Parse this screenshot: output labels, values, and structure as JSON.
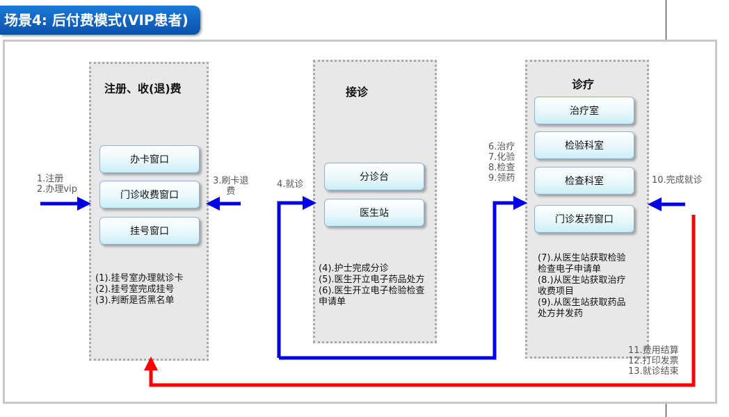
{
  "title": "场景4: 后付费模式(VIP患者)",
  "panels": {
    "registration": {
      "title": "注册、收(退)费",
      "buttons": [
        "办卡窗口",
        "门诊收费窗口",
        "挂号窗口"
      ],
      "notes": [
        "(1).挂号室办理就诊卡",
        "(2).挂号室完成挂号",
        "(3).判断是否黑名单"
      ]
    },
    "reception": {
      "title": "接诊",
      "buttons": [
        "分诊台",
        "医生站"
      ],
      "notes": [
        "(4).护士完成分诊",
        "(5).医生开立电子药品处方",
        "(6).医生开立电子检验检查",
        "申请单"
      ]
    },
    "treatment": {
      "title": "诊疗",
      "buttons": [
        "治疗室",
        "检验科室",
        "检查科室",
        "门诊发药窗口"
      ],
      "notes": [
        "(7).从医生站获取检验",
        "检查电子申请单",
        "(8.)从医生站获取治疗",
        "收费项目",
        "(9).从医生站获取药品",
        "处方并发药"
      ]
    }
  },
  "labels": {
    "step_register": [
      "1.注册",
      "2.办理vip"
    ],
    "step_refund": [
      "3.刷卡退",
      "费"
    ],
    "step_visit": "4.就诊",
    "step_treat": [
      "6.治疗",
      "7.化验",
      "8.检查",
      "9.领药"
    ],
    "step_finish": "10.完成就诊",
    "step_settle": [
      "11.费用结算",
      "12.打印发票",
      "13.就诊结束"
    ]
  },
  "colors": {
    "flow_blue": "#0000e6",
    "flow_red": "#ff0000",
    "title_bg": "#0a5fc4",
    "panel_bg": "#e8e8e8"
  }
}
